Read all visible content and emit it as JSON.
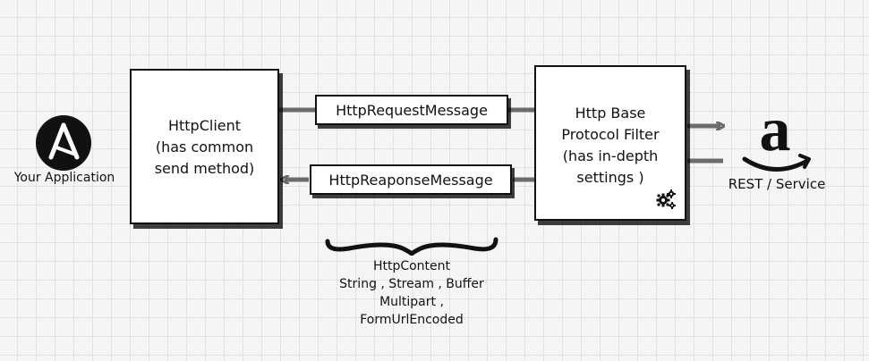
{
  "left_app": {
    "icon": "ansible-logo-icon",
    "letter": "A",
    "label": "Your Application"
  },
  "http_client": {
    "text": "HttpClient\n(has common\nsend method)"
  },
  "messages": {
    "request": "HttpRequestMessage",
    "response": "HttpReaponseMessage"
  },
  "filter": {
    "text": "Http Base\nProtocol Filter\n(has in-depth\nsettings )",
    "icon": "gears-icon"
  },
  "service": {
    "icon": "amazon-logo-icon",
    "letter": "a",
    "label": "REST / Service"
  },
  "content": {
    "icon": "curly-brace-icon",
    "lines": [
      "HttpContent",
      "String , Stream , Buffer",
      "Multipart ,",
      "FormUrlEncoded"
    ]
  },
  "colors": {
    "connector": "#6b6b6b",
    "ink": "#111111",
    "amazon_smile": "#111111"
  }
}
